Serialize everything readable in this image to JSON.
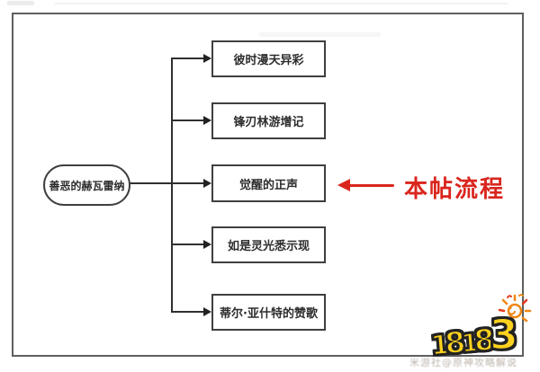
{
  "diagram": {
    "root_node": {
      "label": "善恶的赫瓦雷纳"
    },
    "quest_nodes": [
      {
        "label": "彼时漫天异彩"
      },
      {
        "label": "锋刃林游增记"
      },
      {
        "label": "觉醒的正声"
      },
      {
        "label": "如是灵光悉示现"
      },
      {
        "label": "蒂尔·亚什特的赞歌"
      }
    ],
    "annotation": {
      "label": "本帖流程",
      "color": "#da251d",
      "arrow_direction": "left",
      "points_to": "觉醒的正声"
    }
  },
  "branding": {
    "logo_text": "18183",
    "digits": [
      "1",
      "8",
      "1",
      "8",
      "3"
    ],
    "logo_fill": "#fcd11d",
    "logo_outline": "#222222",
    "sun_icon": "sun-doodle-icon",
    "sun_color": "#ef8714"
  },
  "watermark": {
    "text": "米游社@原神攻略解说"
  },
  "colors": {
    "background": "#ffffff",
    "frame_border": "#5f5f5f",
    "node_border": "#3f3f3f",
    "connector": "#2f2f2f",
    "node_text": "#2d2d2d",
    "annotation_red": "#da251d"
  }
}
